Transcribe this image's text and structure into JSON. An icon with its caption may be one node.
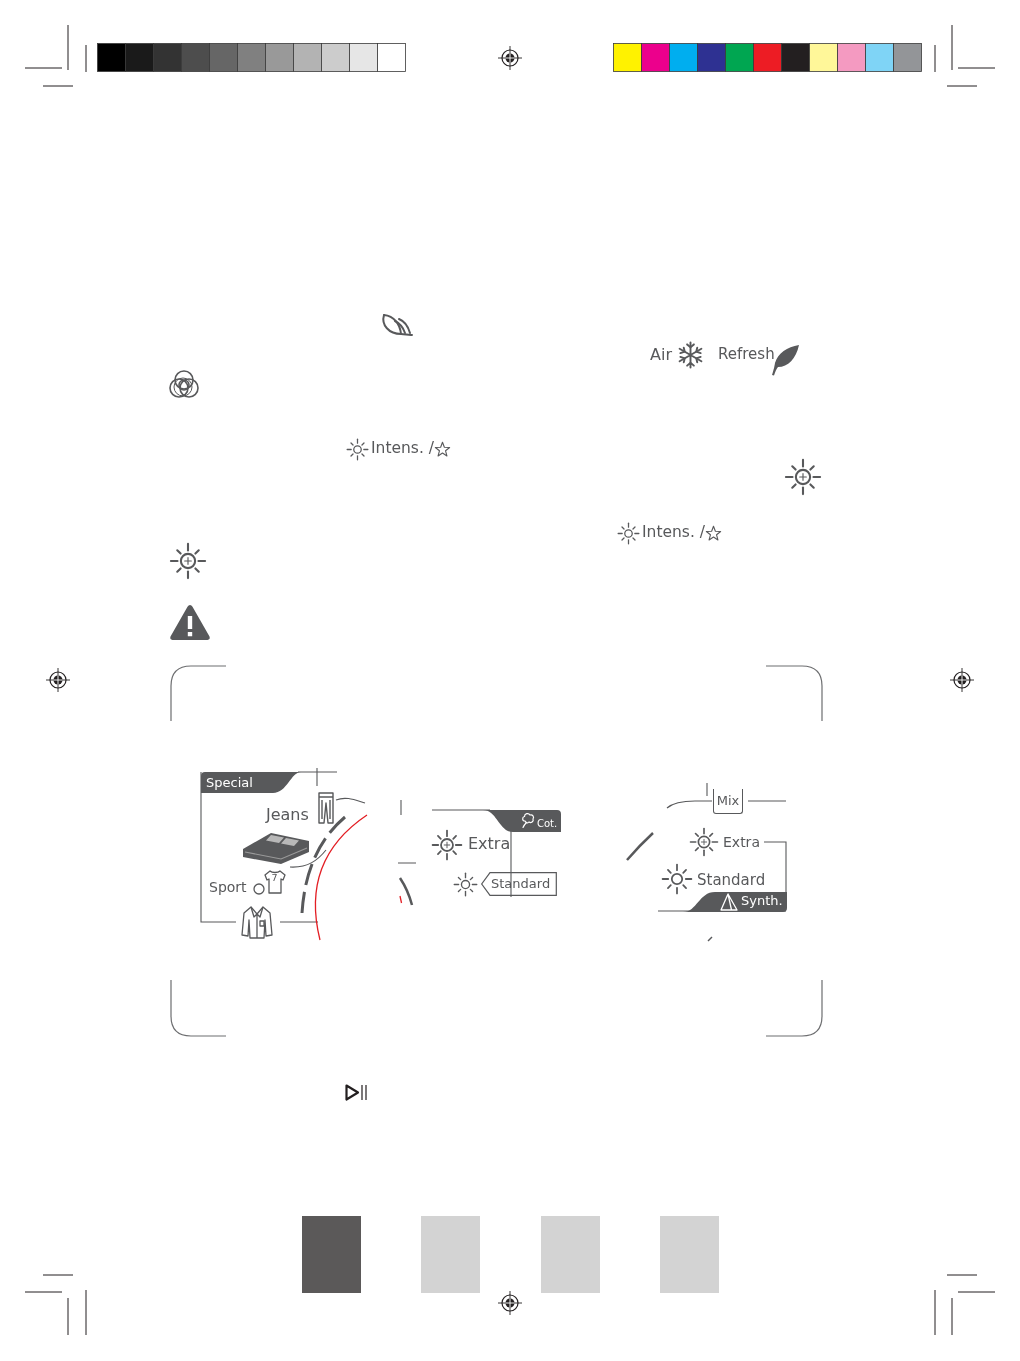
{
  "diagram": {
    "nodes": [
      {
        "text": [
          "Special"
        ]
      },
      {
        "text": [
          "Cot."
        ]
      },
      {
        "text": [
          "Standard"
        ]
      },
      {
        "text": [
          "Mix"
        ]
      },
      {
        "text": [
          "Synth."
        ]
      }
    ],
    "labels": [
      "Air",
      "Refresh",
      "Intens. /",
      "Intens. /",
      "Jeans",
      "7",
      "Sport",
      "Extra",
      "Extra",
      "Standard"
    ]
  }
}
